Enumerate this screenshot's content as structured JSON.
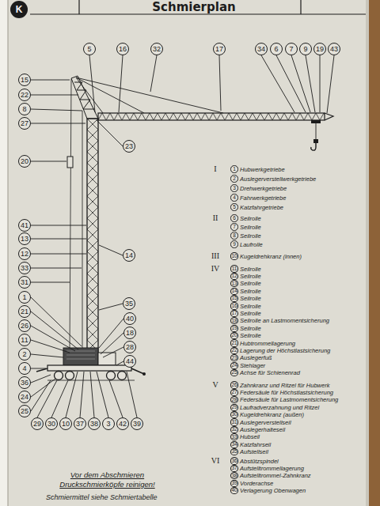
{
  "diagram": {
    "title": "Schmierplan",
    "nodes": [
      {
        "text": [
          "5"
        ]
      },
      {
        "text": [
          "16"
        ]
      },
      {
        "text": [
          "32"
        ]
      },
      {
        "text": [
          "17"
        ]
      },
      {
        "text": [
          "34"
        ]
      },
      {
        "text": [
          "6"
        ]
      },
      {
        "text": [
          "7"
        ]
      },
      {
        "text": [
          "9"
        ]
      },
      {
        "text": [
          "19"
        ]
      },
      {
        "text": [
          "43"
        ]
      },
      {
        "text": [
          "15"
        ]
      },
      {
        "text": [
          "22"
        ]
      },
      {
        "text": [
          "8"
        ]
      },
      {
        "text": [
          "27"
        ]
      },
      {
        "text": [
          "20"
        ]
      },
      {
        "text": [
          "41"
        ]
      },
      {
        "text": [
          "13"
        ]
      },
      {
        "text": [
          "12"
        ]
      },
      {
        "text": [
          "33"
        ]
      },
      {
        "text": [
          "31"
        ]
      },
      {
        "text": [
          "1"
        ]
      },
      {
        "text": [
          "21"
        ]
      },
      {
        "text": [
          "26"
        ]
      },
      {
        "text": [
          "11"
        ]
      },
      {
        "text": [
          "2"
        ]
      },
      {
        "text": [
          "4"
        ]
      },
      {
        "text": [
          "36"
        ]
      },
      {
        "text": [
          "24"
        ]
      },
      {
        "text": [
          "25"
        ]
      },
      {
        "text": [
          "23"
        ]
      },
      {
        "text": [
          "14"
        ]
      },
      {
        "text": [
          "35"
        ]
      },
      {
        "text": [
          "40"
        ]
      },
      {
        "text": [
          "18"
        ]
      },
      {
        "text": [
          "28"
        ]
      },
      {
        "text": [
          "44"
        ]
      },
      {
        "text": [
          "29"
        ]
      },
      {
        "text": [
          "30"
        ]
      },
      {
        "text": [
          "10"
        ]
      },
      {
        "text": [
          "37"
        ]
      },
      {
        "text": [
          "38"
        ]
      },
      {
        "text": [
          "3"
        ]
      },
      {
        "text": [
          "42"
        ]
      },
      {
        "text": [
          "39"
        ]
      },
      {
        "text": [
          "1"
        ]
      },
      {
        "text": [
          "2"
        ]
      },
      {
        "text": [
          "3"
        ]
      },
      {
        "text": [
          "4"
        ]
      },
      {
        "text": [
          "5"
        ]
      },
      {
        "text": [
          "6"
        ]
      },
      {
        "text": [
          "7"
        ]
      },
      {
        "text": [
          "8"
        ]
      },
      {
        "text": [
          "9"
        ]
      },
      {
        "text": [
          "10"
        ]
      },
      {
        "text": [
          "11"
        ]
      },
      {
        "text": [
          "12"
        ]
      },
      {
        "text": [
          "13"
        ]
      },
      {
        "text": [
          "14"
        ]
      },
      {
        "text": [
          "15"
        ]
      },
      {
        "text": [
          "16"
        ]
      },
      {
        "text": [
          "17"
        ]
      },
      {
        "text": [
          "18"
        ]
      },
      {
        "text": [
          "19"
        ]
      },
      {
        "text": [
          "20"
        ]
      },
      {
        "text": [
          "21"
        ]
      },
      {
        "text": [
          "22"
        ]
      },
      {
        "text": [
          "23"
        ]
      },
      {
        "text": [
          "24"
        ]
      },
      {
        "text": [
          "25"
        ]
      },
      {
        "text": [
          "26"
        ]
      },
      {
        "text": [
          "27"
        ]
      },
      {
        "text": [
          "28"
        ]
      },
      {
        "text": [
          "29"
        ]
      },
      {
        "text": [
          "30"
        ]
      },
      {
        "text": [
          "31"
        ]
      },
      {
        "text": [
          "32"
        ]
      },
      {
        "text": [
          "33"
        ]
      },
      {
        "text": [
          "34"
        ]
      },
      {
        "text": [
          "35"
        ]
      },
      {
        "text": [
          "36"
        ]
      },
      {
        "text": [
          "37"
        ]
      },
      {
        "text": [
          "38"
        ]
      },
      {
        "text": [
          "39"
        ]
      },
      {
        "text": [
          "40"
        ]
      }
    ],
    "labels": [
      "K",
      "I",
      "Hubwerkgetriebe",
      "Auslegerverstellwerkgetriebe",
      "Drehwerkgetriebe",
      "Fahrwerkgetriebe",
      "Katzfahrgetriebe",
      "II",
      "Seilrolle",
      "Seilrolle",
      "Seilrolle",
      "Laufrolle",
      "III",
      "Kugeldrehkranz (innen)",
      "IV",
      "Seilrolle",
      "Seilrolle",
      "Seilrolle",
      "Seilrolle",
      "Seilrolle",
      "Seilrolle",
      "Seilrolle",
      "Seilrolle an Lastmomentsicherung",
      "Seilrolle",
      "Seilrolle",
      "Hubtrommellagerung",
      "Lagerung der Höchstlastsicherung",
      "Auslegerfuß",
      "Stehlager",
      "Achse für Schienenrad",
      "V",
      "Zahnkranz und Ritzel für Hubwerk",
      "Federsäule für Höchstlastsicherung",
      "Federsäule für Lastmomentsicherung",
      "Laufradverzahnung und Ritzel",
      "Kugeldrehkranz (außen)",
      "Auslegerverstellseil",
      "Auslegerhalteseil",
      "Hubseil",
      "Katzfahrseil",
      "Aufstellseil",
      "VI",
      "Abstützspindel",
      "Aufstelltrommellagerung",
      "Aufstelltrommel-Zahnkranz",
      "Vorderachse",
      "Verlagerung Obenwagen",
      "Vor dem Abschmieren Druckschmierköpfe reinigen!",
      "Schmiermittel siehe Schmiertabelle"
    ]
  }
}
